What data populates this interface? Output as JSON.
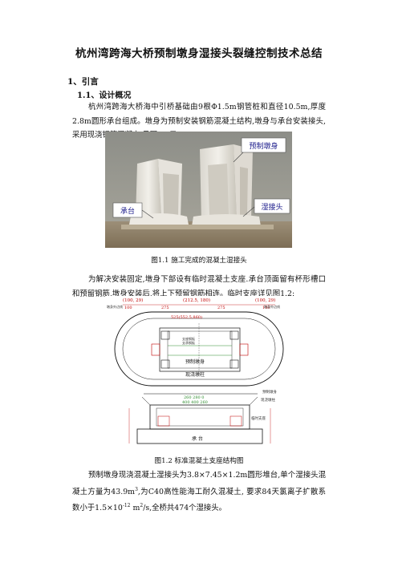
{
  "title": "杭州湾跨海大桥预制墩身湿接头裂缝控制技术总结",
  "section1": "1、引言",
  "section1_1": "1.1、设计概况",
  "para1": "杭州湾跨海大桥海中引桥基础由9根Φ1.5m钢管桩和直径10.5m,厚度2.8m圆形承台组成。墩身为预制安装钢筋混凝土结构,墩身与承台安装接头,采用现浇钢筋混凝土,见图1.1示:",
  "photo": {
    "label_top": "预制墩身",
    "label_left": "承台",
    "label_right": "湿接头"
  },
  "fig1_caption": "图1.1    施工完成的混凝土湿接头",
  "para2": "为解决安装固定,墩身下部设有临时混凝土支座.承台顶面留有杯形槽口和预留钢筋,墩身安装后,将上下预留钢筋相连。临时支座详见图1.2:",
  "drawing": {
    "dim_top": [
      "(100, 29)",
      "(212.5, 180)",
      "(100, 29)"
    ],
    "dim_top2": [
      "100",
      "275",
      "275",
      "100"
    ],
    "dim_mid": "525(552,5,860)",
    "labels_top": [
      "预制墩身",
      "现浇墩柱",
      "支座钢板",
      "支承钢板"
    ],
    "left_tag": "墩身外边线",
    "right_tag": "墩身外边线",
    "section_labels": [
      "预制墩身",
      "现浇墩柱",
      "临时支座",
      "承 台"
    ],
    "dim_section": [
      "260  280  0",
      "400 400 260"
    ]
  },
  "fig2_caption": "图1.2    标准混凝土支座结构图",
  "para3_a": "预制墩身现浇混凝土湿接头为3.8×7.45×1.2m圆形堆台,单个湿接头混凝土方量为43.9m",
  "para3_sup1": "3",
  "para3_b": ",为C40高性能海工耐久混凝土, 要求84天氯离子扩散系数小于1.5×10",
  "para3_sup2": "-12",
  "para3_c": " m",
  "para3_sup3": "2",
  "para3_d": "/s,全桥共474个湿接头。"
}
